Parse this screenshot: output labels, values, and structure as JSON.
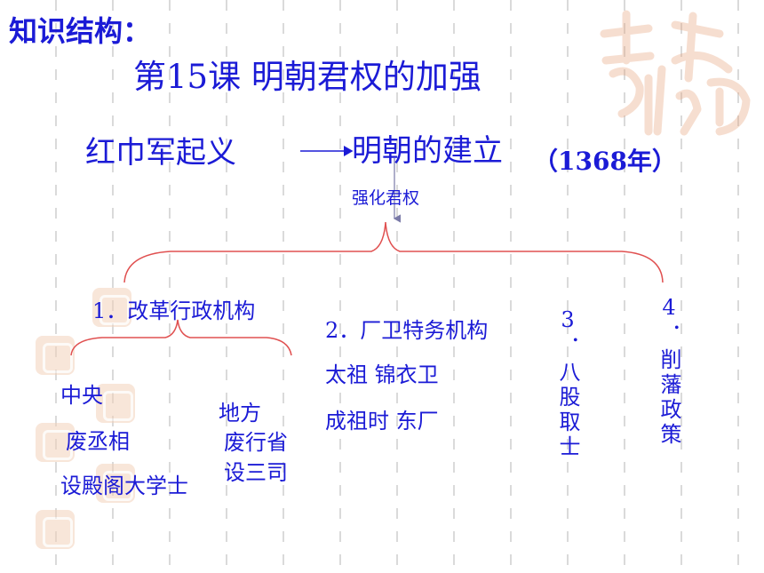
{
  "header": {
    "label": "知识结构："
  },
  "title": "第15课  明朝君权的加强",
  "flow": {
    "start": "红巾军起义",
    "end": "明朝的建立",
    "year": "（1368年）",
    "branch_label": "强化君权"
  },
  "items": {
    "item1": {
      "title": "1．改革行政机构",
      "central_label": "中央",
      "central_1": "废丞相",
      "central_2": "设殿阁大学士",
      "local_label": "地方",
      "local_1": "废行省",
      "local_2": "设三司"
    },
    "item2": {
      "title": "2．厂卫特务机构",
      "line1": "太祖  锦衣卫",
      "line2": "成祖时  东厂"
    },
    "item3": {
      "text": "3．八股取士"
    },
    "item4": {
      "text": "4．削藩政策"
    }
  },
  "colors": {
    "header": "#1b1bd6",
    "title": "#1b1bd6",
    "text": "#1b1bd6",
    "accent_red": "#ff0000",
    "bracket": "#e05050",
    "decoration": "#f2c8a8"
  }
}
